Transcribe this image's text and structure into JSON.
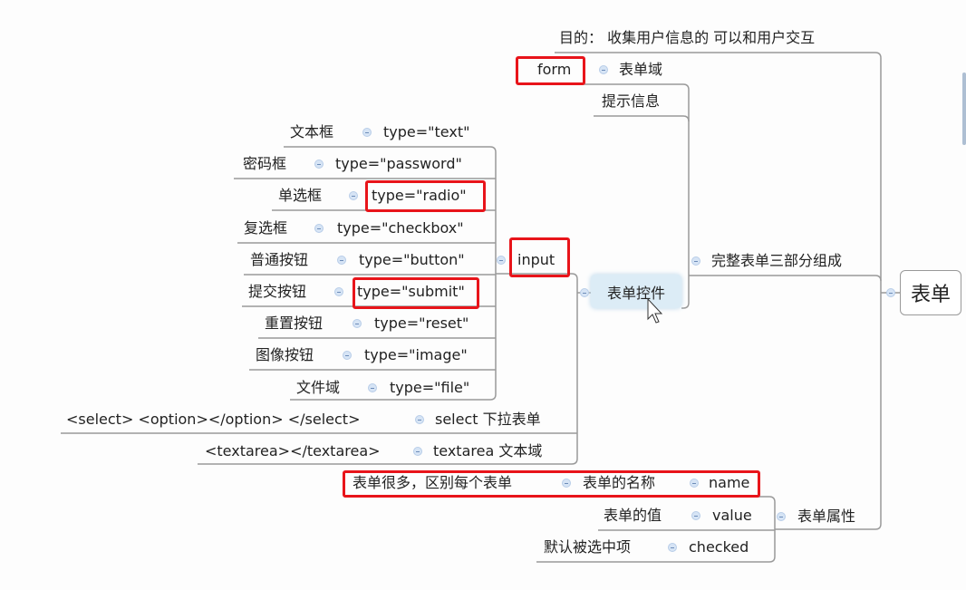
{
  "root": "表单",
  "purpose": "目的： 收集用户信息的 可以和用户交互",
  "composition": {
    "label": "完整表单三部分组成",
    "form_field": {
      "label": "表单域",
      "tag": "form"
    },
    "hint": "提示信息",
    "controls": {
      "label": "表单控件",
      "input": {
        "label": "input",
        "types": [
          {
            "name": "文本框",
            "type": "type=\"text\""
          },
          {
            "name": "密码框",
            "type": "type=\"password\""
          },
          {
            "name": "单选框",
            "type": "type=\"radio\""
          },
          {
            "name": "复选框",
            "type": "type=\"checkbox\""
          },
          {
            "name": "普通按钮",
            "type": "type=\"button\""
          },
          {
            "name": "提交按钮",
            "type": "type=\"submit\""
          },
          {
            "name": "重置按钮",
            "type": "type=\"reset\""
          },
          {
            "name": "图像按钮",
            "type": "type=\"image\""
          },
          {
            "name": "文件域",
            "type": "type=\"file\""
          }
        ]
      },
      "select": {
        "label": "select  下拉表单",
        "code": "<select>  <option></option>  </select>"
      },
      "textarea": {
        "label": "textarea  文本域",
        "code": "<textarea></textarea>"
      }
    }
  },
  "attributes": {
    "label": "表单属性",
    "name": {
      "attr": "name",
      "meaning": "表单的名称",
      "note": "表单很多，区别每个表单"
    },
    "value": {
      "attr": "value",
      "meaning": "表单的值"
    },
    "checked": {
      "attr": "checked",
      "meaning": "默认被选中项"
    }
  },
  "colors": {
    "highlight": "#e8141a",
    "line": "#9a9a9a",
    "selected": "#dcecf6"
  }
}
